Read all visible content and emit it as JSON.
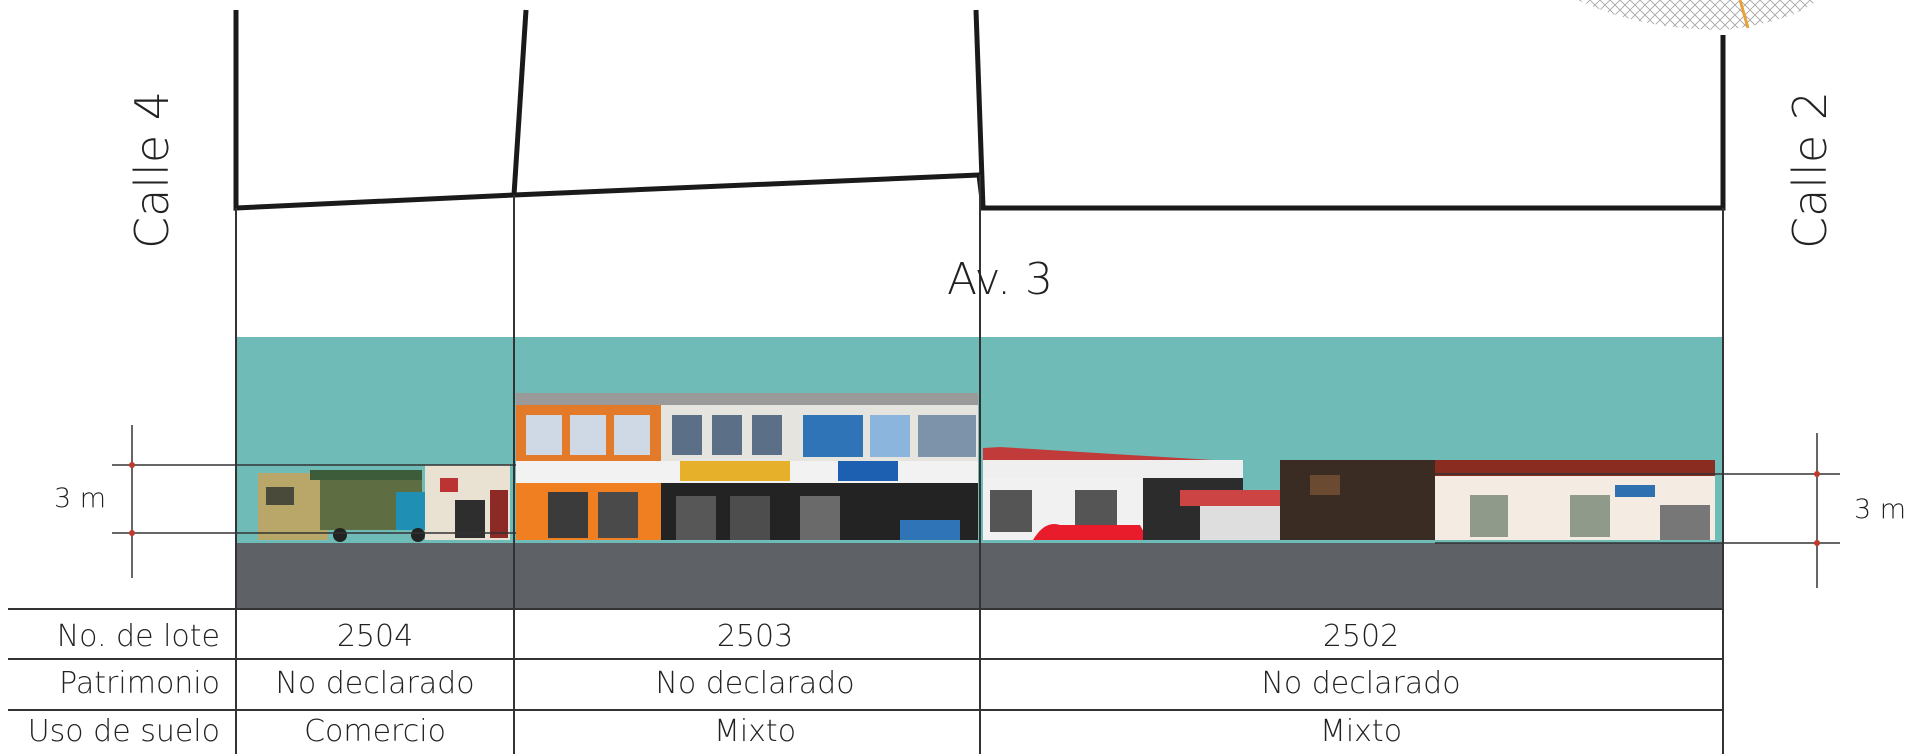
{
  "streets": {
    "left": "Calle 4",
    "right": "Calle 2",
    "avenue": "Av. 3"
  },
  "scale": {
    "left": "3 m",
    "right": "3 m"
  },
  "table": {
    "row_labels": [
      "No. de lote",
      "Patrimonio",
      "Uso de suelo"
    ],
    "lots": [
      {
        "lote": "2504",
        "patrimonio": "No declarado",
        "uso": "Comercio"
      },
      {
        "lote": "2503",
        "patrimonio": "No declarado",
        "uso": "Mixto"
      },
      {
        "lote": "2502",
        "patrimonio": "No declarado",
        "uso": "Mixto"
      }
    ]
  },
  "colors": {
    "sky": "#6fbbb8",
    "road": "#5e6166",
    "line": "#1a1a1a",
    "scale_dot": "#c0392b"
  }
}
